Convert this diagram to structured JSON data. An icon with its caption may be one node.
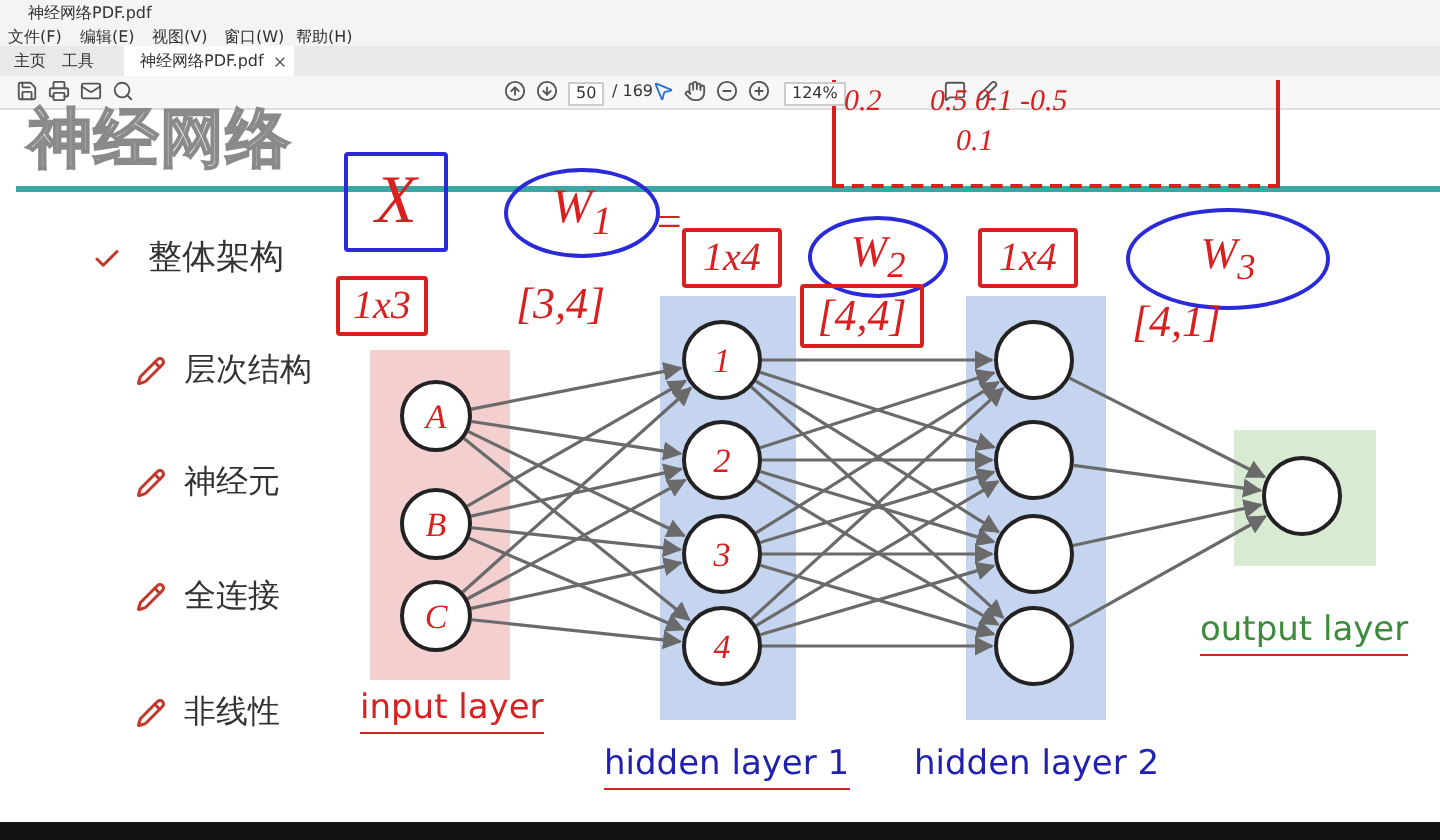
{
  "diagram": {
    "title": "神经网络",
    "nodes": [
      {
        "text": [
          "input layer"
        ]
      },
      {
        "text": [
          "A"
        ],
        "in": 0
      },
      {
        "text": [
          "B"
        ],
        "in": 0
      },
      {
        "text": [
          "C"
        ],
        "in": 0
      },
      {
        "text": [
          "hidden layer 1"
        ]
      },
      {
        "text": [
          "1"
        ],
        "in": 4
      },
      {
        "text": [
          "2"
        ],
        "in": 4
      },
      {
        "text": [
          "3"
        ],
        "in": 4
      },
      {
        "text": [
          "4"
        ],
        "in": 4
      },
      {
        "text": [
          "hidden layer 2"
        ]
      },
      {
        "text": [],
        "shape": "circle",
        "in": 9
      },
      {
        "text": [],
        "shape": "circle",
        "in": 9
      },
      {
        "text": [],
        "shape": "circle",
        "in": 9
      },
      {
        "text": [],
        "shape": "circle",
        "in": 9
      },
      {
        "text": [
          "output layer"
        ]
      },
      {
        "text": [],
        "shape": "circle",
        "in": 14
      }
    ],
    "edges": [
      {
        "from": 1,
        "to": 5,
        "arrow": "to"
      },
      {
        "from": 1,
        "to": 6,
        "arrow": "to"
      },
      {
        "from": 1,
        "to": 7,
        "arrow": "to"
      },
      {
        "from": 1,
        "to": 8,
        "arrow": "to"
      },
      {
        "from": 2,
        "to": 5,
        "arrow": "to"
      },
      {
        "from": 2,
        "to": 6,
        "arrow": "to"
      },
      {
        "from": 2,
        "to": 7,
        "arrow": "to"
      },
      {
        "from": 2,
        "to": 8,
        "arrow": "to"
      },
      {
        "from": 3,
        "to": 5,
        "arrow": "to"
      },
      {
        "from": 3,
        "to": 6,
        "arrow": "to"
      },
      {
        "from": 3,
        "to": 7,
        "arrow": "to"
      },
      {
        "from": 3,
        "to": 8,
        "arrow": "to"
      },
      {
        "from": 5,
        "to": 10,
        "arrow": "to"
      },
      {
        "from": 5,
        "to": 11,
        "arrow": "to"
      },
      {
        "from": 5,
        "to": 12,
        "arrow": "to"
      },
      {
        "from": 5,
        "to": 13,
        "arrow": "to"
      },
      {
        "from": 6,
        "to": 10,
        "arrow": "to"
      },
      {
        "from": 6,
        "to": 11,
        "arrow": "to"
      },
      {
        "from": 6,
        "to": 12,
        "arrow": "to"
      },
      {
        "from": 6,
        "to": 13,
        "arrow": "to"
      },
      {
        "from": 7,
        "to": 10,
        "arrow": "to"
      },
      {
        "from": 7,
        "to": 11,
        "arrow": "to"
      },
      {
        "from": 7,
        "to": 12,
        "arrow": "to"
      },
      {
        "from": 7,
        "to": 13,
        "arrow": "to"
      },
      {
        "from": 8,
        "to": 10,
        "arrow": "to"
      },
      {
        "from": 8,
        "to": 11,
        "arrow": "to"
      },
      {
        "from": 8,
        "to": 12,
        "arrow": "to"
      },
      {
        "from": 8,
        "to": 13,
        "arrow": "to"
      },
      {
        "from": 10,
        "to": 15,
        "arrow": "to"
      },
      {
        "from": 11,
        "to": 15,
        "arrow": "to"
      },
      {
        "from": 12,
        "to": 15,
        "arrow": "to"
      },
      {
        "from": 13,
        "to": 15,
        "arrow": "to"
      }
    ],
    "labels": [
      "神经网络PDF.pdf",
      "文件(F)",
      "编辑(E)",
      "视图(V)",
      "窗口(W)",
      "帮助(H)",
      "主页",
      "工具",
      "神经网络PDF.pdf",
      "50",
      "/ 169",
      "124%",
      "0.2",
      "0.5  0.1  -0.5",
      "0.1",
      "X",
      "W$_{1}$",
      "=",
      "1x4",
      "W$_{2}$",
      "1x4",
      "W$_{3}$",
      "1x3",
      "[3,4]",
      "[4,4]",
      "[4,1]",
      "整体架构",
      "层次结构",
      "神经元",
      "全连接",
      "非线性"
    ]
  }
}
